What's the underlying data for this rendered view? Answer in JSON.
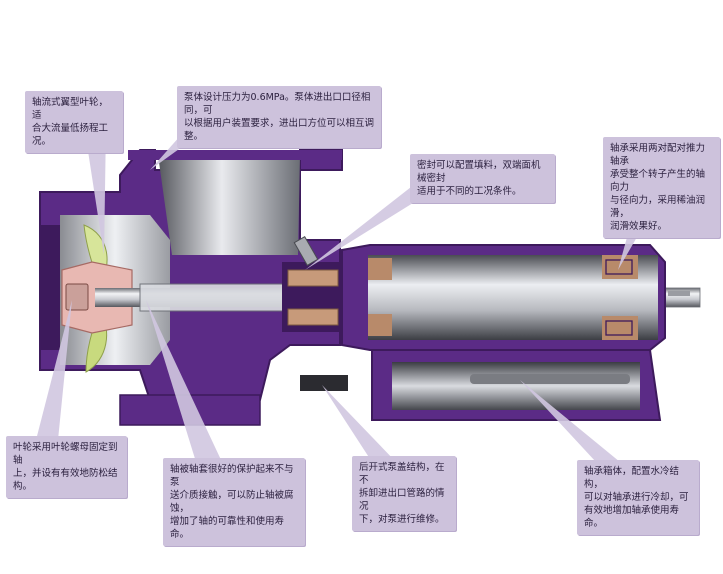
{
  "callouts": {
    "impeller": {
      "lines": [
        "轴流式翼型叶轮，适",
        "合大流量低扬程工况。"
      ]
    },
    "design_pressure": {
      "lines": [
        "泵体设计压力为0.6MPa。泵体进出口口径相同，可",
        "以根据用户装置要求，进出口方位可以相互调整。"
      ]
    },
    "seal": {
      "lines": [
        "密封可以配置填料，双端面机械密封",
        "适用于不同的工况条件。"
      ]
    },
    "bearing": {
      "lines": [
        "轴承采用两对配对推力轴承",
        "承受整个转子产生的轴向力",
        "与径向力，采用稀油润滑，",
        "润滑效果好。"
      ]
    },
    "impeller_nut": {
      "lines": [
        "叶轮采用叶轮螺母固定到轴",
        "上，并设有有效地防松结构。"
      ]
    },
    "shaft_sleeve": {
      "lines": [
        "轴被轴套很好的保护起来不与泵",
        "送介质接触，可以防止轴被腐蚀，",
        "增加了轴的可靠性和使用寿命。"
      ]
    },
    "rear_cover": {
      "lines": [
        "后开式泵盖结构，在不",
        "拆卸进出口管路的情况",
        "下，对泵进行维修。"
      ]
    },
    "bearing_box": {
      "lines": [
        "轴承箱体，配置水冷结构，",
        "可以对轴承进行冷却，可",
        "有效地增加轴承使用寿命。"
      ]
    }
  },
  "colors": {
    "casing": "#5b2b86",
    "casing_dark": "#3d1a5c",
    "metal_light": "#e6e8ec",
    "metal_dark": "#505258",
    "impeller": "#d7e59a",
    "bronze": "#c79a7a",
    "callout_bg": "#cdc2dc"
  }
}
